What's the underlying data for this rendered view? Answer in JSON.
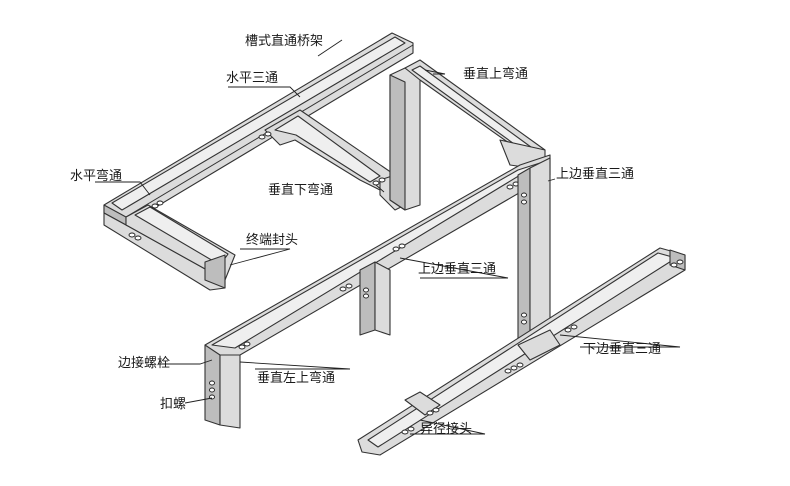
{
  "labels": {
    "straight_tray": "槽式直通桥架",
    "horizontal_tee": "水平三通",
    "vertical_up_bend": "垂直上弯通",
    "horizontal_bend": "水平弯通",
    "vertical_down_bend": "垂直下弯通",
    "upper_vertical_tee_1": "上边垂直三通",
    "end_cap": "终端封头",
    "upper_vertical_tee_2": "上边垂直三通",
    "lower_vertical_tee": "下边垂直三通",
    "edge_bolt": "边接螺栓",
    "vertical_left_up_bend": "垂直左上弯通",
    "clip_screw": "扣螺",
    "reducer_joint": "异径接头"
  }
}
